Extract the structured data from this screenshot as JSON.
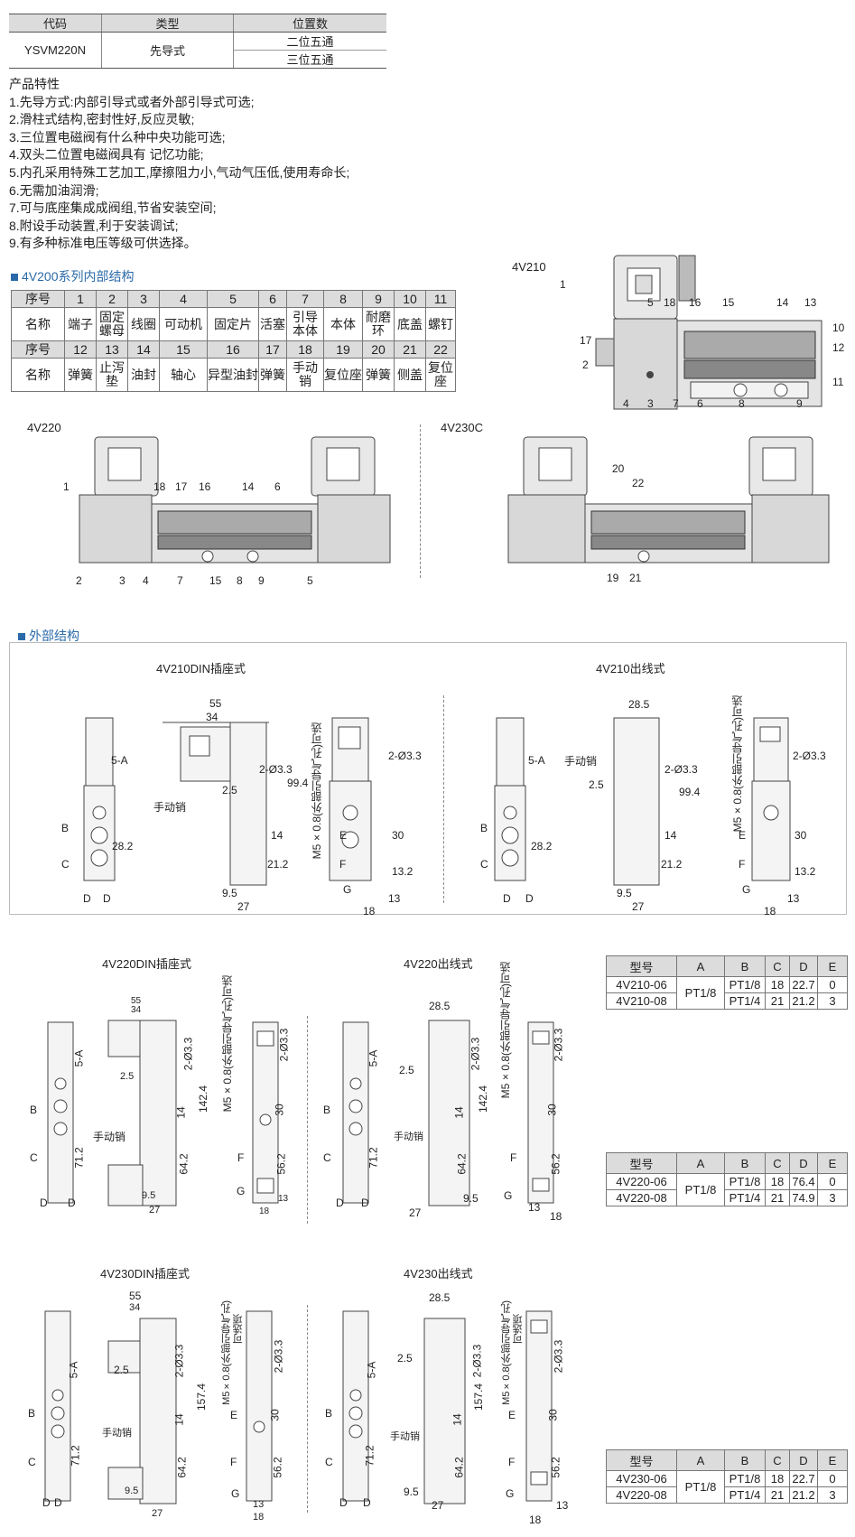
{
  "spec_table": {
    "headers": [
      "代码",
      "类型",
      "位置数"
    ],
    "code": "YSVM220N",
    "type": "先导式",
    "positions": [
      "二位五通",
      "三位五通"
    ]
  },
  "features": {
    "title": "产品特性",
    "items": [
      "1.先导方式:内部引导式或者外部引导式可选;",
      "2.滑柱式结构,密封性好,反应灵敏;",
      "3.三位置电磁阀有什么种中央功能可选;",
      "4.双头二位置电磁阀具有 记忆功能;",
      "5.内孔采用特殊工艺加工,摩擦阻力小,气动气压低,使用寿命长;",
      "6.无需加油润滑;",
      "7.可与底座集成成阀组,节省安装空间;",
      "8.附设手动装置,利于安装调试;",
      "9.有多种标准电压等级可供选择。"
    ]
  },
  "internal": {
    "section_title": "4V200系列内部结构",
    "row1_label": "序号",
    "row2_label": "名称",
    "nums1": [
      "1",
      "2",
      "3",
      "4",
      "5",
      "6",
      "7",
      "8",
      "9",
      "10",
      "11"
    ],
    "names1": [
      "端子",
      "固定螺母",
      "线圈",
      "可动机",
      "固定片",
      "活塞",
      "引导本体",
      "本体",
      "耐磨环",
      "底盖",
      "螺钉"
    ],
    "nums2": [
      "12",
      "13",
      "14",
      "15",
      "16",
      "17",
      "18",
      "19",
      "20",
      "21",
      "22"
    ],
    "names2": [
      "弹簧",
      "止泻垫",
      "油封",
      "轴心",
      "异型油封",
      "弹簧",
      "手动销",
      "复位座",
      "弹簧",
      "侧盖",
      "复位座"
    ]
  },
  "diagrams": {
    "d4v210": {
      "title": "4V210",
      "callouts": [
        "1",
        "5",
        "18",
        "16",
        "15",
        "14",
        "13",
        "10",
        "17",
        "12",
        "2",
        "11",
        "4",
        "3",
        "7",
        "6",
        "8",
        "9"
      ]
    },
    "d4v220": {
      "title": "4V220",
      "callouts": [
        "1",
        "18",
        "17",
        "16",
        "14",
        "6",
        "2",
        "3",
        "4",
        "7",
        "15",
        "8",
        "9",
        "5"
      ]
    },
    "d4v230c": {
      "title": "4V230C",
      "callouts": [
        "20",
        "22",
        "19",
        "21"
      ]
    }
  },
  "external": {
    "section_title": "外部结构",
    "v210din": {
      "title": "4V210DIN插座式"
    },
    "v210wire": {
      "title": "4V210出线式"
    },
    "v220din": {
      "title": "4V220DIN插座式"
    },
    "v220wire": {
      "title": "4V220出线式"
    },
    "v230din": {
      "title": "4V230DIN插座式"
    },
    "v230wire": {
      "title": "4V230出线式"
    },
    "dims": {
      "d55": "55",
      "d34": "34",
      "d28_5": "28.5",
      "d2_5": "2.5",
      "d99_4": "99.4",
      "d142_4": "142.4",
      "d157_4": "157.4",
      "d2phi": "2-Ø3.3",
      "d14": "14",
      "d21_2": "21.2",
      "d28_2": "28.2",
      "d71_2": "71.2",
      "d64_2": "64.2",
      "d56_2": "56.2",
      "d9_5": "9.5",
      "d27": "27",
      "d30": "30",
      "d13_2": "13.2",
      "d13": "13",
      "d18": "18",
      "d5a": "5-A",
      "A": "A",
      "B": "B",
      "C": "C",
      "D": "D",
      "E": "E",
      "F": "F",
      "G": "G",
      "manual": "手动销",
      "m5": "M5×0.8(外部引导气孔)可选",
      "m5a": "M5×0.8(外部引导气孔)",
      "optional": "可选项"
    }
  },
  "spec_tables": [
    {
      "headers": [
        "型号",
        "A",
        "B",
        "C",
        "D",
        "E"
      ],
      "rows": [
        {
          "model": "4V210-06",
          "a": "PT1/8",
          "b": "PT1/8",
          "c": "18",
          "d": "22.7",
          "e": "0"
        },
        {
          "model": "4V210-08",
          "a": "PT1/8",
          "b": "PT1/4",
          "c": "21",
          "d": "21.2",
          "e": "3"
        }
      ]
    },
    {
      "headers": [
        "型号",
        "A",
        "B",
        "C",
        "D",
        "E"
      ],
      "rows": [
        {
          "model": "4V220-06",
          "a": "PT1/8",
          "b": "PT1/8",
          "c": "18",
          "d": "76.4",
          "e": "0"
        },
        {
          "model": "4V220-08",
          "a": "PT1/8",
          "b": "PT1/4",
          "c": "21",
          "d": "74.9",
          "e": "3"
        }
      ]
    },
    {
      "headers": [
        "型号",
        "A",
        "B",
        "C",
        "D",
        "E"
      ],
      "rows": [
        {
          "model": "4V230-06",
          "a": "PT1/8",
          "b": "PT1/8",
          "c": "18",
          "d": "22.7",
          "e": "0"
        },
        {
          "model": "4V220-08",
          "a": "PT1/8",
          "b": "PT1/4",
          "c": "21",
          "d": "21.2",
          "e": "3"
        }
      ]
    }
  ]
}
